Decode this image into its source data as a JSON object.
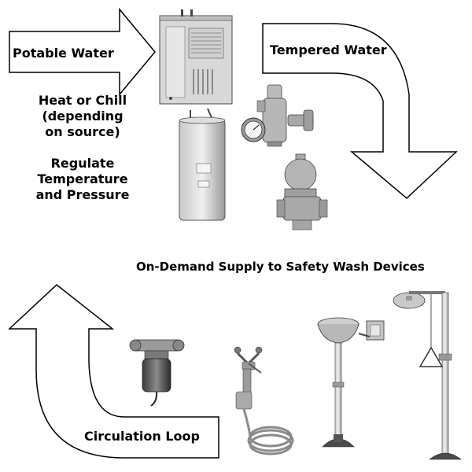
{
  "diagram": {
    "labels": {
      "potable_water": "Potable Water",
      "heat_or_chill_1": "Heat or Chill",
      "heat_or_chill_2": "(depending",
      "heat_or_chill_3": "on source)",
      "regulate_1": "Regulate",
      "regulate_2": "Temperature",
      "regulate_3": "and Pressure",
      "tempered_water": "Tempered Water",
      "on_demand": "On-Demand Supply to Safety Wash Devices",
      "circulation_loop": "Circulation Loop"
    },
    "colors": {
      "arrow_stroke": "#000000",
      "arrow_fill": "#ffffff",
      "metal_light": "#e0e0e0",
      "metal_mid": "#b0b0b0",
      "metal_dark": "#5a5a5a",
      "text": "#000000"
    },
    "components": [
      "heater-cabinet",
      "water-heater-tank",
      "mixing-valve",
      "pressure-regulator",
      "circulation-pump",
      "drench-hose",
      "eyewash-station",
      "safety-shower"
    ]
  }
}
